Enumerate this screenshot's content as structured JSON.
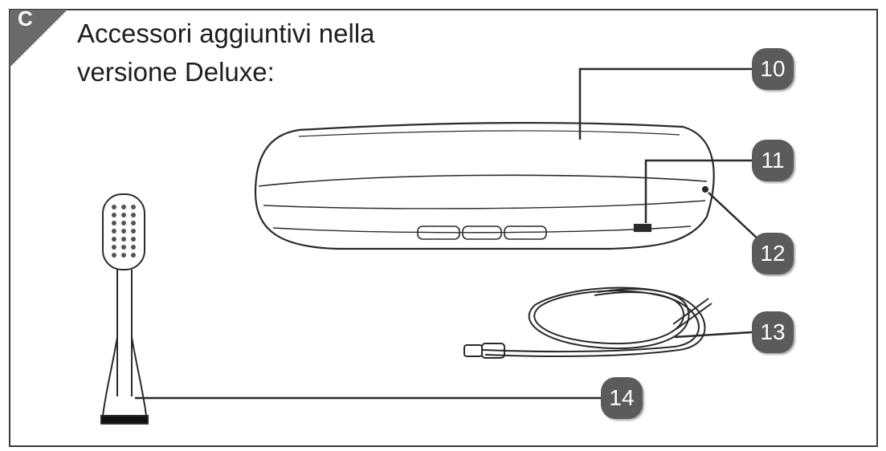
{
  "section": {
    "letter": "C",
    "title_line1": "Accessori aggiuntivi nella",
    "title_line2": "versione Deluxe:"
  },
  "callouts": {
    "c10": "10",
    "c11": "11",
    "c12": "12",
    "c13": "13",
    "c14": "14"
  },
  "colors": {
    "callout_fill": "#5b5b5b",
    "border": "#3a3a3a",
    "line_art": "#2a2a2a"
  }
}
